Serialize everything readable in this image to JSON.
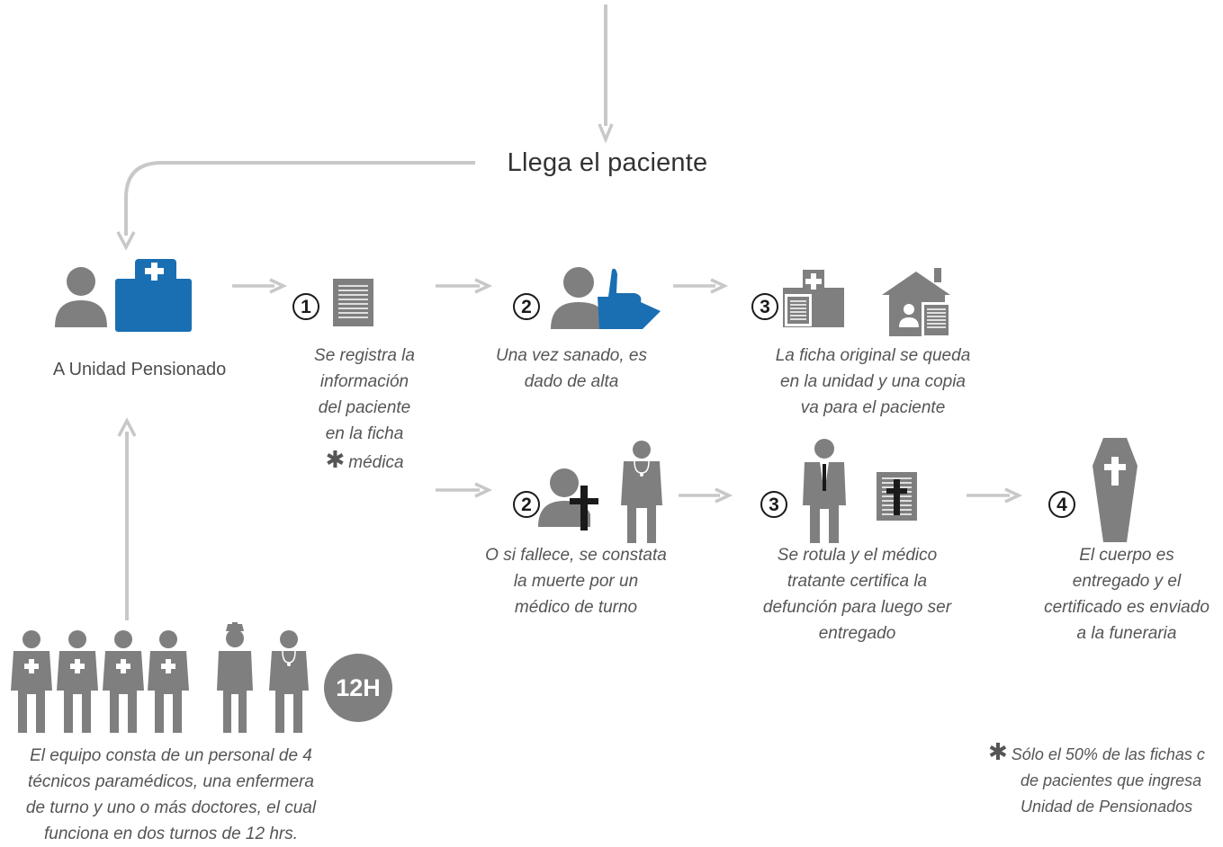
{
  "title": "Llega el paciente",
  "unit_label": "A Unidad Pensionado",
  "colors": {
    "gray": "#7f7f80",
    "arrow": "#c8c8c8",
    "blue": "#1a6fb3",
    "dark": "#1a1a1a"
  },
  "steps": {
    "s1": {
      "number": "1",
      "text": "Se registra la\ninformación\ndel paciente\nen la ficha",
      "text_last": "médica",
      "marker": "✱"
    },
    "s2a": {
      "number": "2",
      "text": "Una vez sanado, es\ndado de alta"
    },
    "s3a": {
      "number": "3",
      "text": "La ficha original se queda\nen la unidad y una copia\nva para el paciente"
    },
    "s2b": {
      "number": "2",
      "text": "O si fallece, se constata\nla muerte por un\nmédico de turno"
    },
    "s3b": {
      "number": "3",
      "text": "Se rotula y el médico\ntratante certifica la\ndefunción para luego ser\nentregado"
    },
    "s4": {
      "number": "4",
      "text": "El cuerpo es\nentregado y el\ncertificado es enviado\na la funeraria"
    }
  },
  "team": {
    "badge": "12H",
    "text": "El equipo consta de un personal de 4\ntécnicos paramédicos, una enfermera\nde turno y uno o más doctores, el cual\nfunciona en dos turnos de 12 hrs."
  },
  "footnote": {
    "marker": "✱",
    "line1": "Sólo el 50% de las fichas c",
    "line2": "de pacientes que ingresa",
    "line3": "Unidad de Pensionados"
  },
  "icons": [
    "patient-icon",
    "hospital-case-icon",
    "medical-record-icon",
    "thumbs-up-icon",
    "hospital-building-icon",
    "home-icon",
    "deceased-cross-icon",
    "doctor-icon",
    "paramedic-icon",
    "nurse-icon",
    "death-certificate-icon",
    "coffin-icon"
  ]
}
